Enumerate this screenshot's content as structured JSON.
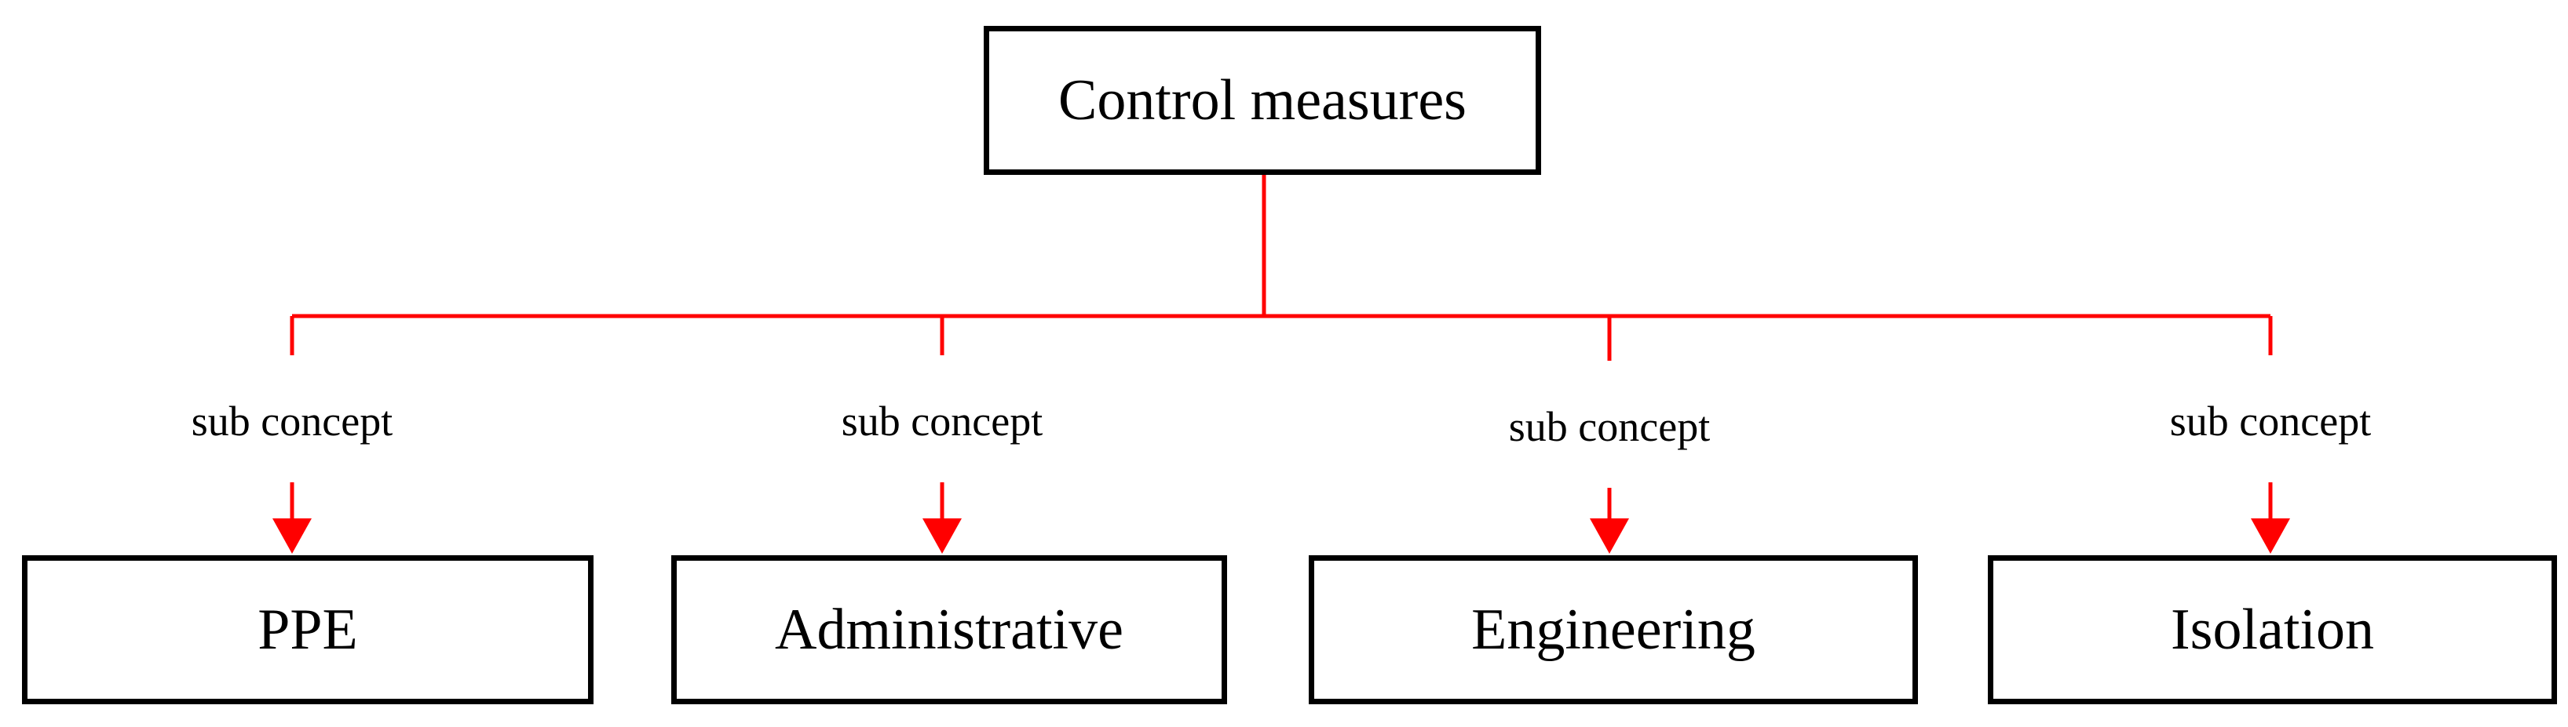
{
  "root": {
    "label": "Control measures"
  },
  "children": [
    {
      "label": "PPE",
      "edge_label": "sub concept"
    },
    {
      "label": "Administrative",
      "edge_label": "sub concept"
    },
    {
      "label": "Engineering",
      "edge_label": "sub concept"
    },
    {
      "label": "Isolation",
      "edge_label": "sub concept"
    }
  ],
  "colors": {
    "connector": "#ff0000",
    "box_border": "#000000",
    "text": "#000000"
  }
}
